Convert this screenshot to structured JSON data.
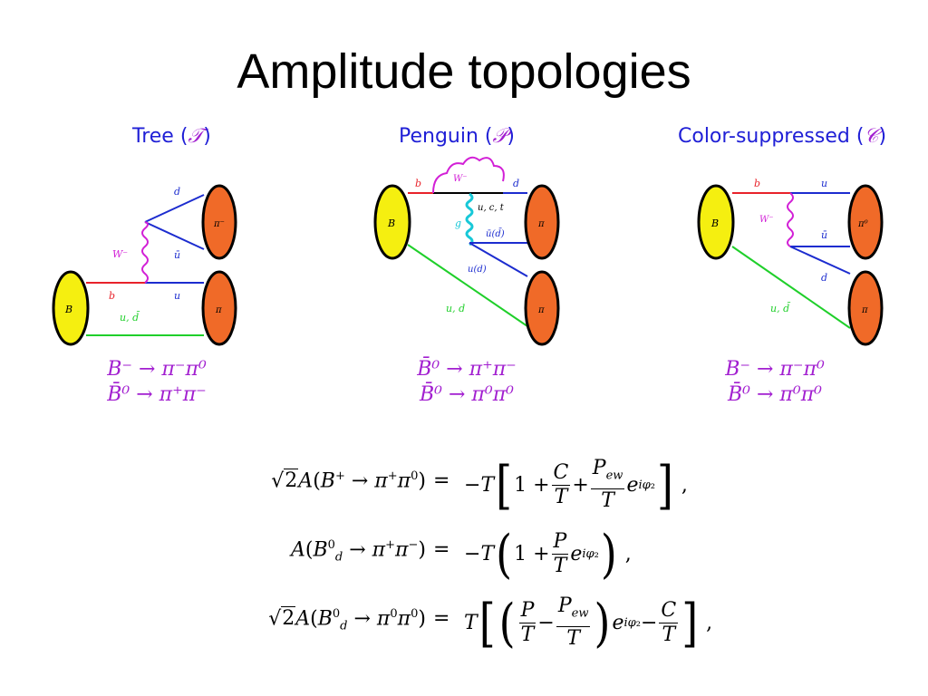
{
  "title": "Amplitude topologies",
  "diagrams": [
    {
      "caption": "Tree (",
      "symbol": "𝒯",
      "close": ")",
      "reactions": [
        "B⁻ → π⁻π⁰",
        "B̄⁰ → π⁺π⁻"
      ],
      "labels": {
        "b": "b",
        "W": "W⁻",
        "d": "d",
        "ubar": "ū",
        "u": "u",
        "spect": "u, d̄",
        "B": "B",
        "pim": "π⁻",
        "pi": "π"
      }
    },
    {
      "caption": "Penguin (",
      "symbol": "𝒫",
      "close": ")",
      "reactions": [
        "B̄⁰ → π⁺π⁻",
        "B̄⁰ → π⁰π⁰"
      ],
      "labels": {
        "b": "b",
        "W": "W⁻",
        "d": "d",
        "uct": "u, c, t",
        "g": "g",
        "ubar_d": "ū(d̄)",
        "u_d": "u(d)",
        "spect": "u, d",
        "B": "B",
        "pi1": "π",
        "pi2": "π"
      }
    },
    {
      "caption": "Color-suppressed (",
      "symbol": "𝒞",
      "close": ")",
      "reactions": [
        "B⁻ → π⁻π⁰",
        "B̄⁰ → π⁰π⁰"
      ],
      "labels": {
        "b": "b",
        "W": "W⁻",
        "u": "u",
        "ubar": "ū",
        "d": "d",
        "spect": "u, d̄",
        "B": "B",
        "pi0": "π⁰",
        "pi": "π"
      }
    }
  ],
  "colors": {
    "blob_B": "#f5ef10",
    "blob_pi": "#f06a28",
    "quark_b": "#e8222a",
    "quark_light": "#1c2ccf",
    "spectator": "#1fcf2a",
    "W": "#d21fd6",
    "gluon": "#18c8d8",
    "caption": "#1f1fd6",
    "reaction": "#a21fd0"
  },
  "equations": [
    {
      "lhs": "√2A(B⁺ → π⁺π⁰)",
      "eq": "=",
      "rhs": "−T[1 + C/T + Pew/T e^{iφ2}] ,"
    },
    {
      "lhs": "A(B⁰d → π⁺π⁻)",
      "eq": "=",
      "rhs": "−T(1 + P/T e^{iφ2}) ,"
    },
    {
      "lhs": "√2A(B⁰d → π⁰π⁰)",
      "eq": "=",
      "rhs": "T[(P/T − Pew/T) e^{iφ2} − C/T] ,"
    }
  ]
}
